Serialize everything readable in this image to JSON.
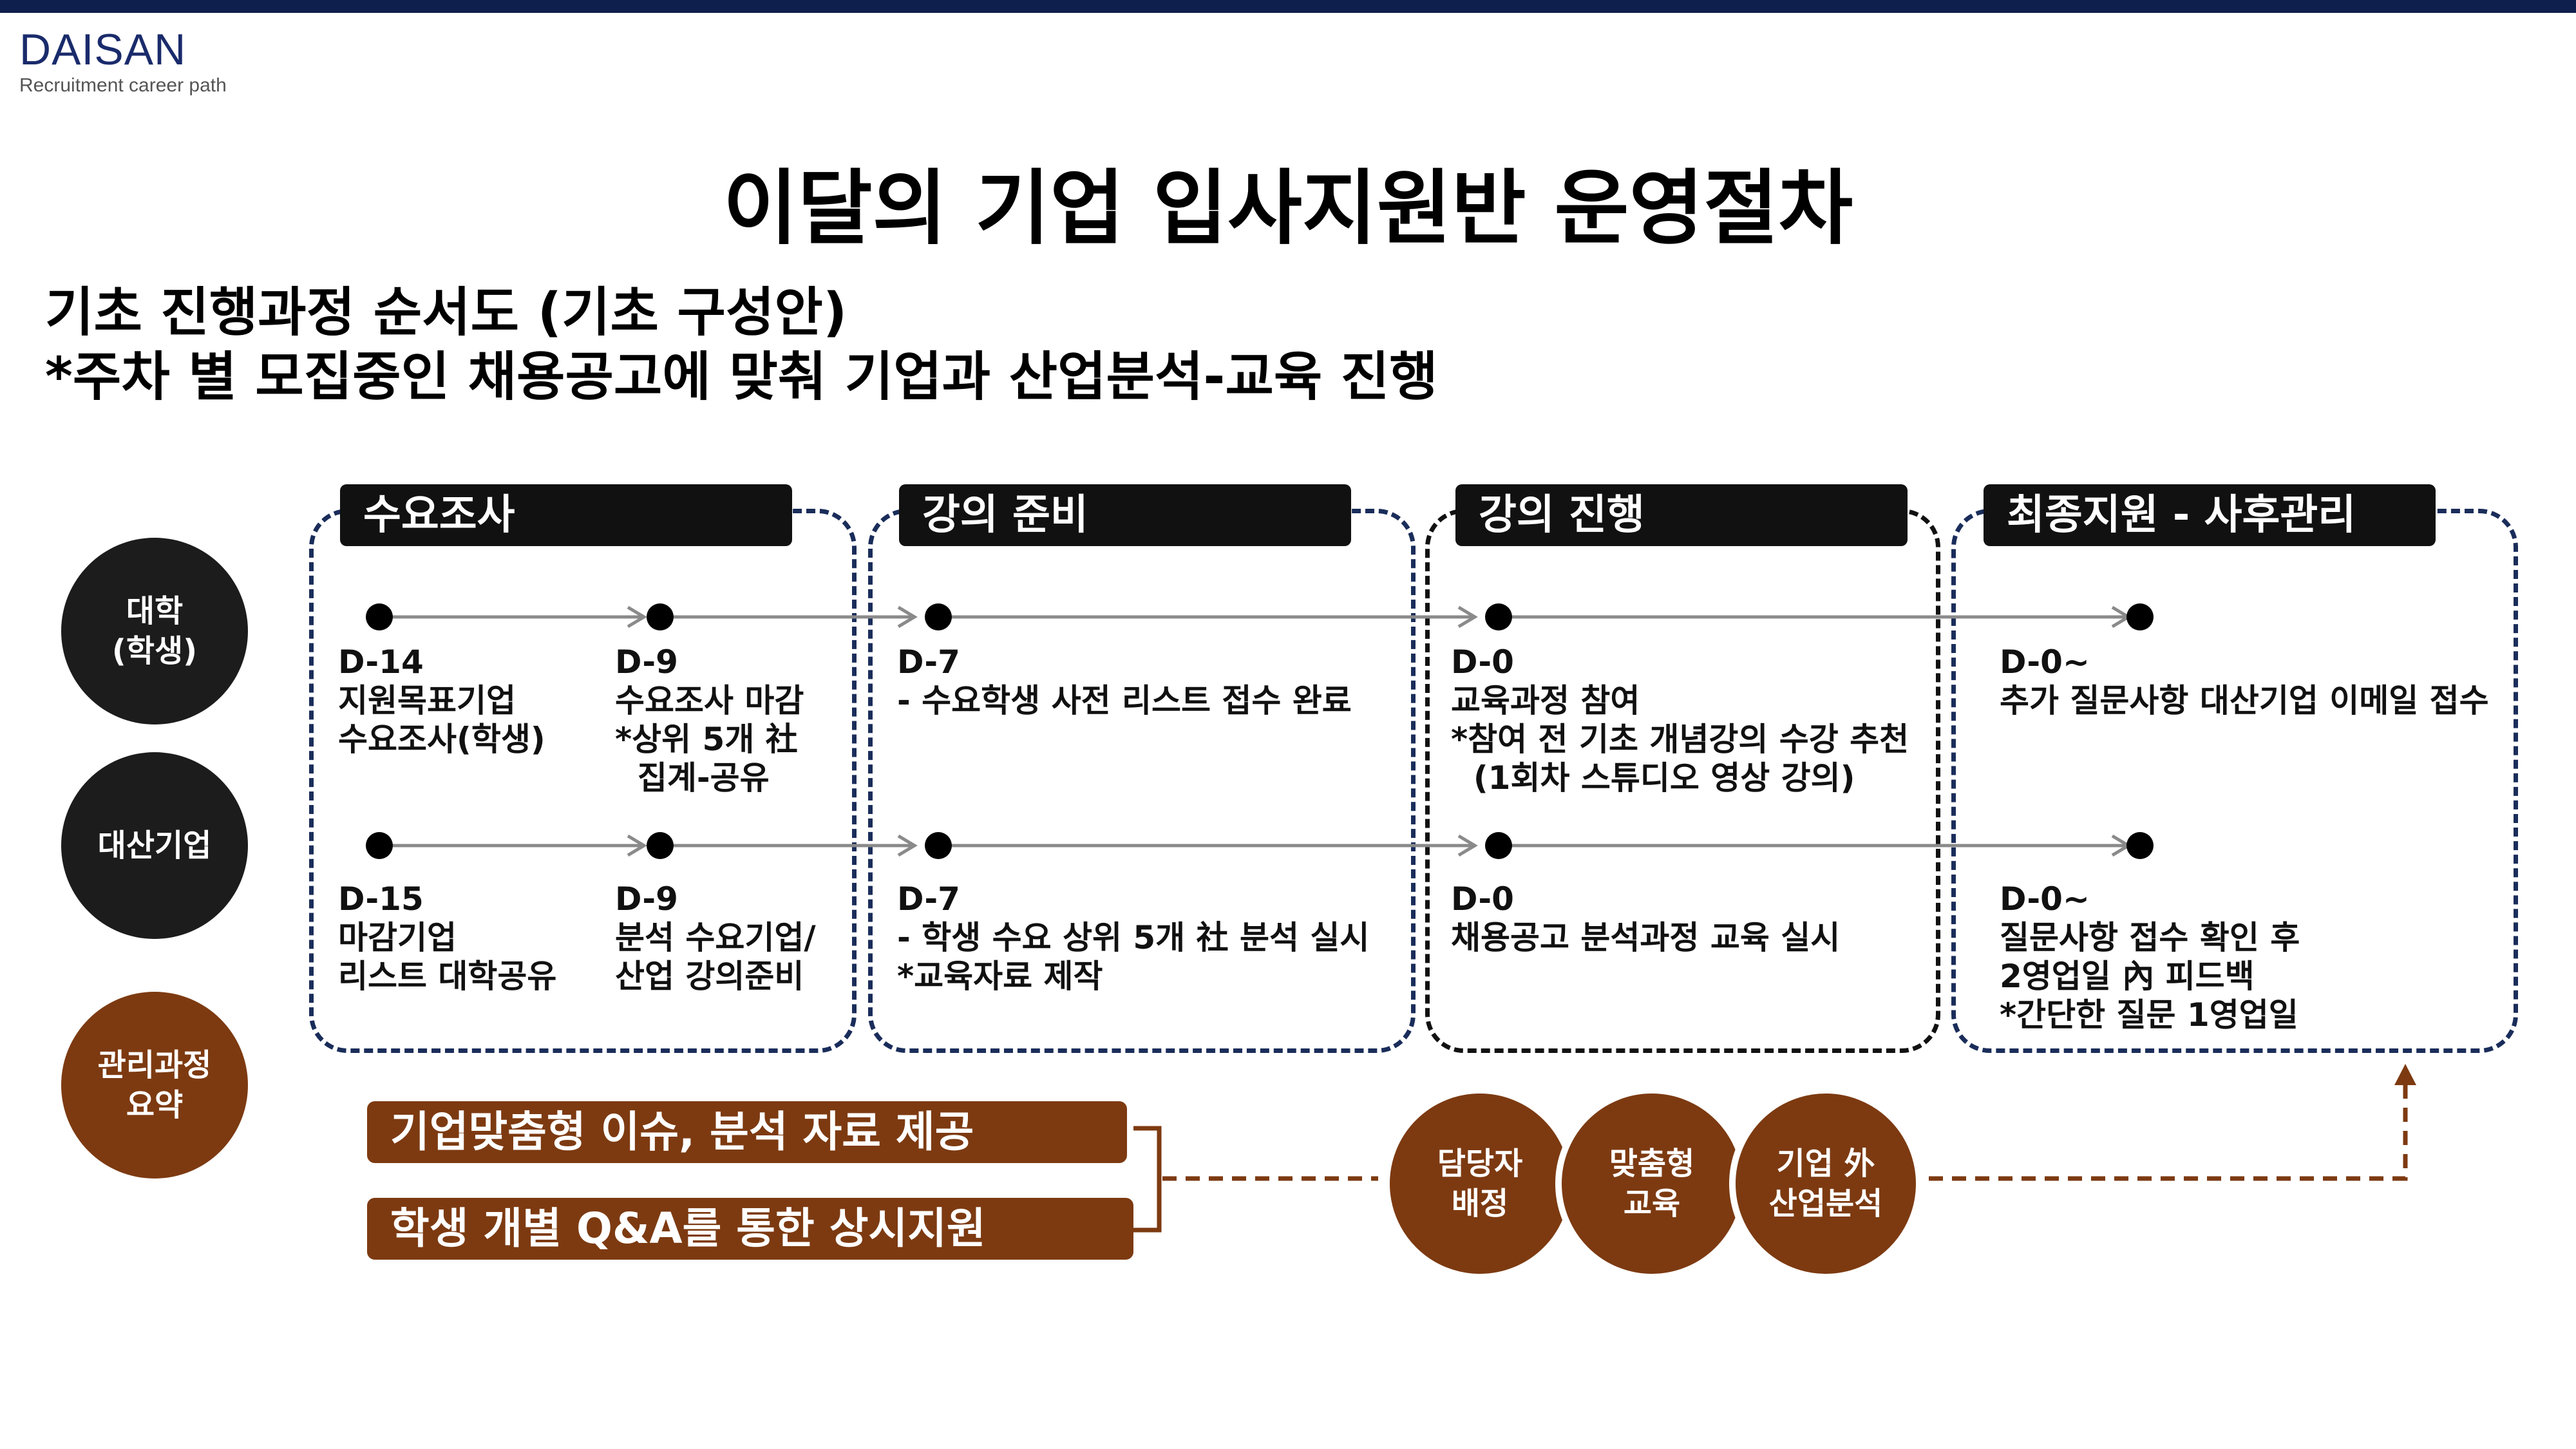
{
  "brand": {
    "logo": "DAISAN",
    "tagline": "Recruitment career path"
  },
  "title": "이달의 기업 입사지원반 운영절차",
  "subtitle_1": "기초 진행과정 순서도 (기초 구성안)",
  "subtitle_2": "*주차 별 모집중인 채용공고에 맞춰 기업과 산업분석-교육 진행",
  "phases": [
    {
      "label": "수요조사"
    },
    {
      "label": "강의 준비"
    },
    {
      "label": "강의 진행"
    },
    {
      "label": "최종지원 - 사후관리"
    }
  ],
  "rows": {
    "university": "대학\n(학생)",
    "daesan": "대산기업",
    "summary": "관리과정\n요약"
  },
  "steps": {
    "uni": [
      "D-14\n지원목표기업\n수요조사(학생)",
      "D-9\n수요조사 마감\n*상위 5개 社\n  집계-공유",
      "D-7\n- 수요학생 사전 리스트 접수 완료",
      "D-0\n교육과정 참여\n*참여 전 기초 개념강의 수강 추천\n  (1회차 스튜디오 영상 강의)",
      "D-0~\n추가 질문사항 대산기업 이메일 접수"
    ],
    "dae": [
      "D-15\n마감기업\n리스트 대학공유",
      "D-9\n분석 수요기업/\n산업 강의준비",
      "D-7\n- 학생 수요 상위 5개 社 분석 실시\n*교육자료 제작",
      "D-0\n채용공고 분석과정 교육 실시",
      "D-0~\n질문사항 접수 확인 후\n2영업일 內 피드백\n*간단한 질문 1영업일"
    ]
  },
  "summary": {
    "items": [
      "기업맞춤형 이슈, 분석 자료 제공",
      "학생 개별 Q&A를 통한 상시지원"
    ],
    "circles": [
      "담당자\n배정",
      "맞춤형\n교육",
      "기업 外\n산업분석"
    ]
  },
  "colors": {
    "navy": "#1a2d5a",
    "brown": "#7d3a11",
    "black": "#111111",
    "topbar": "#0f1f4d"
  }
}
